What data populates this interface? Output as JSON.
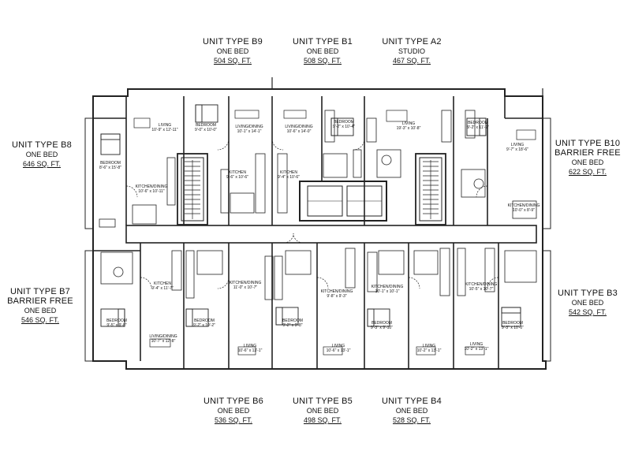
{
  "units": {
    "b9": {
      "type": "UNIT TYPE B9",
      "desc": "ONE BED",
      "area": "504 SQ. FT."
    },
    "b1": {
      "type": "UNIT TYPE B1",
      "desc": "ONE BED",
      "area": "508 SQ. FT."
    },
    "a2": {
      "type": "UNIT TYPE A2",
      "desc": "STUDIO",
      "area": "467 SQ. FT."
    },
    "b8": {
      "type": "UNIT TYPE B8",
      "desc": "ONE BED",
      "area": "646 SQ. FT."
    },
    "b10": {
      "type": "UNIT TYPE B10",
      "desc2": "BARRIER FREE",
      "desc": "ONE BED",
      "area": "622 SQ. FT."
    },
    "b7": {
      "type": "UNIT TYPE B7",
      "desc2": "BARRIER FREE",
      "desc": "ONE BED",
      "area": "546 SQ. FT."
    },
    "b3": {
      "type": "UNIT TYPE B3",
      "desc": "ONE BED",
      "area": "542 SQ. FT."
    },
    "b6": {
      "type": "UNIT TYPE B6",
      "desc": "ONE BED",
      "area": "536 SQ. FT."
    },
    "b5": {
      "type": "UNIT TYPE B5",
      "desc": "ONE BED",
      "area": "498 SQ. FT."
    },
    "b4": {
      "type": "UNIT TYPE B4",
      "desc": "ONE BED",
      "area": "528 SQ. FT."
    }
  },
  "rooms": [
    {
      "id": "r1",
      "name": "BEDROOM",
      "dim": "9'-0\" x 10'-0\""
    },
    {
      "id": "r2",
      "name": "LIVING/DINING",
      "dim": "10'-1\" x 14'-1\""
    },
    {
      "id": "r3",
      "name": "LIVING/DINING",
      "dim": "10'-6\" x 14'-0\""
    },
    {
      "id": "r4",
      "name": "BEDROOM",
      "dim": "9'-2\" x 10'-4\""
    },
    {
      "id": "r5",
      "name": "LIVING",
      "dim": "19'-3\" x 10'-8\""
    },
    {
      "id": "r6",
      "name": "BEDROOM",
      "dim": "9'-2\" x 11'-9\""
    },
    {
      "id": "r7",
      "name": "LIVING",
      "dim": "10'-9\" x 12'-11\""
    },
    {
      "id": "r8",
      "name": "BEDROOM",
      "dim": "8'-6\" x 15'-8\""
    },
    {
      "id": "r9",
      "name": "KITCHEN/DINING",
      "dim": "10'-6\" x 10'-11\""
    },
    {
      "id": "r10",
      "name": "KITCHEN",
      "dim": "9'-6\" x 10'-6\""
    },
    {
      "id": "r11",
      "name": "KITCHEN",
      "dim": "9'-4\" x 10'-6\""
    },
    {
      "id": "r12",
      "name": "LIVING",
      "dim": "9'-7\" x 18'-6\""
    },
    {
      "id": "r13",
      "name": "KITCHEN/DINING",
      "dim": "10'-0\" x 8'-9\""
    },
    {
      "id": "r14",
      "name": "KITCHEN",
      "dim": "9'-4\" x 11'-7\""
    },
    {
      "id": "r15",
      "name": "BEDROOM",
      "dim": "9'-5\" x 9'-8\""
    },
    {
      "id": "r16",
      "name": "LIVING/DINING",
      "dim": "10'-7\" x 12'-8\""
    },
    {
      "id": "r17",
      "name": "KITCHEN/DINING",
      "dim": "11'-0\" x 10'-7\""
    },
    {
      "id": "r18",
      "name": "BEDROOM",
      "dim": "9'-2\" x 10'-2\""
    },
    {
      "id": "r19",
      "name": "LIVING",
      "dim": "10'-6\" x 13'-1\""
    },
    {
      "id": "r20",
      "name": "BEDROOM",
      "dim": "9'-2\" x 9'-8\""
    },
    {
      "id": "r21",
      "name": "KITCHEN/DINING",
      "dim": "9'-8\" x 9'-3\""
    },
    {
      "id": "r22",
      "name": "LIVING",
      "dim": "10'-6\" x 13'-1\""
    },
    {
      "id": "r23",
      "name": "KITCHEN/DINING",
      "dim": "10'-1\" x 10'-1\""
    },
    {
      "id": "r24",
      "name": "BEDROOM",
      "dim": "9'-3\" x 9'-10\""
    },
    {
      "id": "r25",
      "name": "LIVING",
      "dim": "10'-2\" x 13'-1\""
    },
    {
      "id": "r26",
      "name": "KITCHEN/DINING",
      "dim": "10'-5\" x 10'-7\""
    },
    {
      "id": "r27",
      "name": "LIVING",
      "dim": "10'-2\" x 13'-1\""
    },
    {
      "id": "r28",
      "name": "BEDROOM",
      "dim": "9'-3\" x 10'-0\""
    }
  ]
}
